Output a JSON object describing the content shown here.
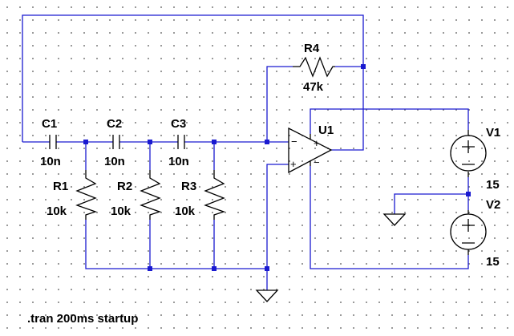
{
  "components": {
    "C1": {
      "ref": "C1",
      "value": "10n"
    },
    "C2": {
      "ref": "C2",
      "value": "10n"
    },
    "C3": {
      "ref": "C3",
      "value": "10n"
    },
    "R1": {
      "ref": "R1",
      "value": "10k"
    },
    "R2": {
      "ref": "R2",
      "value": "10k"
    },
    "R3": {
      "ref": "R3",
      "value": "10k"
    },
    "R4": {
      "ref": "R4",
      "value": "47k"
    },
    "U1": {
      "ref": "U1"
    },
    "V1": {
      "ref": "V1",
      "value": "15"
    },
    "V2": {
      "ref": "V2",
      "value": "15"
    }
  },
  "directive": ".tran 200ms startup",
  "colors": {
    "wire": "#1a1ad0",
    "component": "#000000",
    "grid_dot": "#8a8a8a",
    "background": "#ffffff"
  }
}
